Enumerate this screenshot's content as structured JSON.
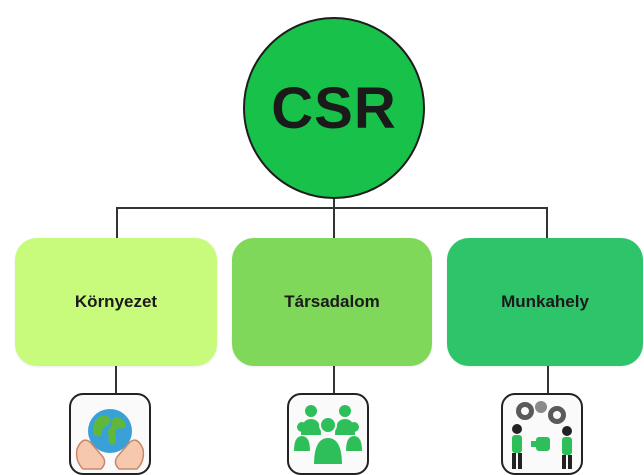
{
  "diagram": {
    "root": {
      "label": "CSR",
      "color": "#18c24a"
    },
    "branches": [
      {
        "id": "environment",
        "label": "Környezet",
        "color": "#c8fb7c",
        "icon": "earth-in-hands-icon"
      },
      {
        "id": "society",
        "label": "Társadalom",
        "color": "#7fd85a",
        "icon": "people-group-icon"
      },
      {
        "id": "workplace",
        "label": "Munkahely",
        "color": "#2ec46a",
        "icon": "teamwork-gears-icon"
      }
    ]
  }
}
